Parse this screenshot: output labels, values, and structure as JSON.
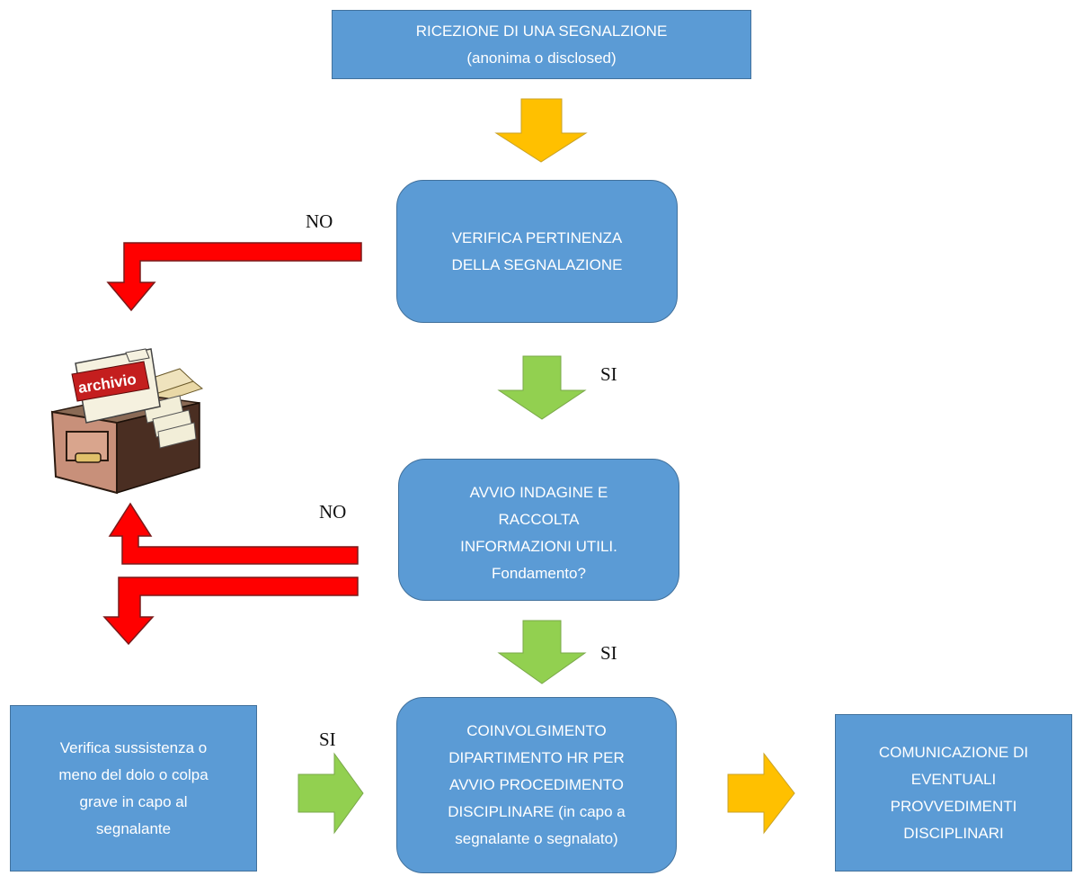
{
  "nodes": {
    "ricezione": {
      "line1": "RICEZIONE DI UNA SEGNALZIONE",
      "line2": "(anonima o disclosed)"
    },
    "verifica_pertinenza": {
      "line1": "VERIFICA PERTINENZA",
      "line2": "DELLA SEGNALAZIONE"
    },
    "avvio_indagine": {
      "line1": "AVVIO INDAGINE E",
      "line2": "RACCOLTA",
      "line3": "INFORMAZIONI UTILI.",
      "line4": "Fondamento?"
    },
    "coinvolgimento": {
      "line1": "COINVOLGIMENTO",
      "line2": "DIPARTIMENTO HR PER",
      "line3": "AVVIO PROCEDIMENTO",
      "line4": "DISCIPLINARE (in capo a",
      "line5": "segnalante o segnalato)"
    },
    "verifica_sussistenza": {
      "line1": "Verifica sussistenza o",
      "line2": "meno del dolo o colpa",
      "line3": "grave in capo al",
      "line4": "segnalante"
    },
    "comunicazione": {
      "line1": "COMUNICAZIONE DI",
      "line2": "EVENTUALI",
      "line3": "PROVVEDIMENTI",
      "line4": "DISCIPLINARI"
    }
  },
  "labels": {
    "no_top": "NO",
    "si_1": "SI",
    "no_mid": "NO",
    "si_2": "SI",
    "si_left": "SI"
  },
  "archive": {
    "tag_text": "archivio",
    "icon": "archive-cabinet-icon"
  },
  "colors": {
    "box_fill": "#5b9bd5",
    "box_border": "#41719c",
    "arrow_orange": "#ffc000",
    "arrow_green": "#92d050",
    "arrow_red": "#ff0000"
  }
}
